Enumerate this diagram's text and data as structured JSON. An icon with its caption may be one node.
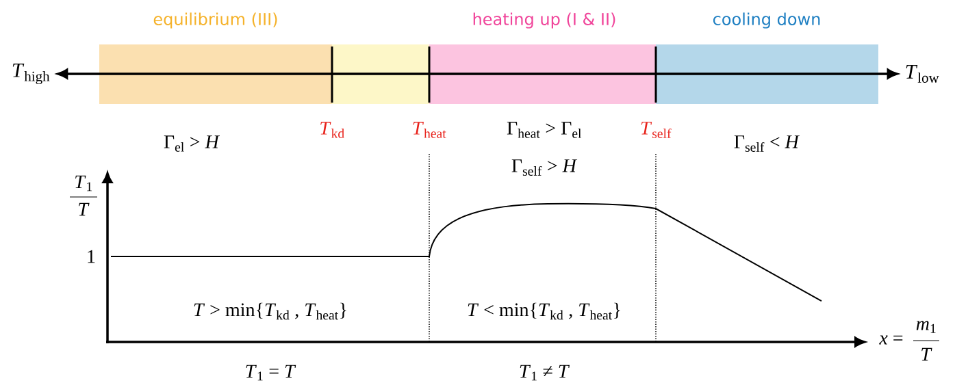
{
  "diagram": {
    "nodes": [
      {
        "text": [
          "*T*$_{high}$"
        ]
      },
      {
        "text": [
          "*T*$_{low}$"
        ]
      }
    ],
    "edges": [
      {
        "from": 0,
        "to": 1,
        "arrow": "both"
      }
    ],
    "labels": [
      "equilibrium (III)",
      "heating up (I & II)",
      "cooling down",
      "*T*$_{kd}$",
      "*T*$_{heat}$",
      "Γ$_{el}$ > *H*",
      "Γ$_{heat}$ > Γ$_{el}$",
      "*T*$_{self}$",
      "Γ$_{self}$ < *H*",
      "Γ$_{self}$ > *H*",
      "*T*$_{1}$",
      "*T*",
      "1",
      "*T* > min{*T*$_{kd}$ , *T*$_{heat}$}",
      "*T* < min{*T*$_{kd}$ , *T*$_{heat}$}",
      "*x* =",
      "*m*$_{1}$",
      "*T*",
      "*T*$_{1}$ = *T*",
      "*T*$_{1}$ ≠ *T*"
    ]
  }
}
